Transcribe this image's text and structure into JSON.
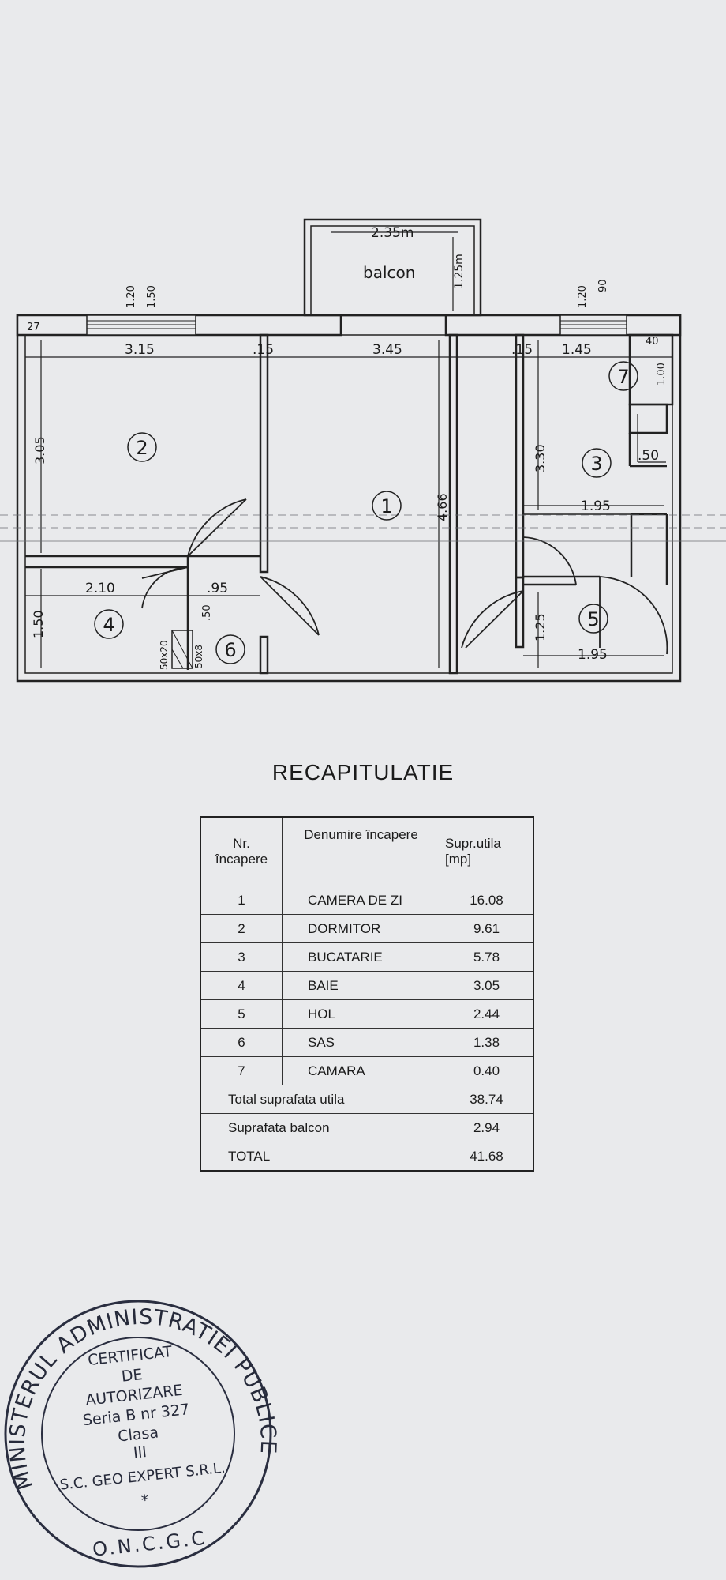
{
  "plan": {
    "balcony_label": "balcon",
    "balcony_width": "2.35m",
    "balcony_depth": "1.25m",
    "window_left_a": "1.20",
    "window_left_b": "1.50",
    "window_right_a": "1.20",
    "window_right_b": "90",
    "wall_27": "27",
    "dim_top_1": "3.15",
    "dim_top_2": ".15",
    "dim_top_3": "3.45",
    "dim_top_4": ".15",
    "dim_top_5": "1.45",
    "dim_40": "40",
    "dim_100": "1.00",
    "dim_305": "3.05",
    "dim_466": "4.66",
    "dim_330": "3.30",
    "dim_050": ".50",
    "dim_195a": "1.95",
    "dim_210": "2.10",
    "dim_095": ".95",
    "dim_150": "1.50",
    "dim_050v": ".50",
    "dim_50x20": "50x20",
    "dim_50x8": "50x8",
    "dim_125": "1.25",
    "dim_195b": "1.95",
    "room_1": "1",
    "room_2": "2",
    "room_3": "3",
    "room_4": "4",
    "room_5": "5",
    "room_6": "6",
    "room_7": "7"
  },
  "recap": {
    "title": "RECAPITULATIE",
    "headers": [
      "Nr.\nîncapere",
      "Denumire încapere",
      "Supr.utila\n[mp]"
    ],
    "rooms": [
      {
        "nr": "1",
        "name": "CAMERA DE ZI",
        "area": "16.08"
      },
      {
        "nr": "2",
        "name": "DORMITOR",
        "area": "9.61"
      },
      {
        "nr": "3",
        "name": "BUCATARIE",
        "area": "5.78"
      },
      {
        "nr": "4",
        "name": "BAIE",
        "area": "3.05"
      },
      {
        "nr": "5",
        "name": "HOL",
        "area": "2.44"
      },
      {
        "nr": "6",
        "name": "SAS",
        "area": "1.38"
      },
      {
        "nr": "7",
        "name": "CAMARA",
        "area": "0.40"
      }
    ],
    "totals": [
      {
        "label": "Total suprafata utila",
        "value": "38.74"
      },
      {
        "label": "Suprafata balcon",
        "value": "2.94"
      },
      {
        "label": "TOTAL",
        "value": "41.68"
      }
    ]
  },
  "stamp": {
    "ring_text": "MINISTERUL ADMINISTRATIEI PUBLICE",
    "line1": "CERTIFICAT",
    "line2": "DE",
    "line3": "AUTORIZARE",
    "line4": "Seria B nr  327",
    "line5": "Clasa",
    "line6": "III",
    "line7": "S.C. GEO EXPERT S.R.L.",
    "star": "*",
    "bottom": "O.N.C.G.C"
  }
}
